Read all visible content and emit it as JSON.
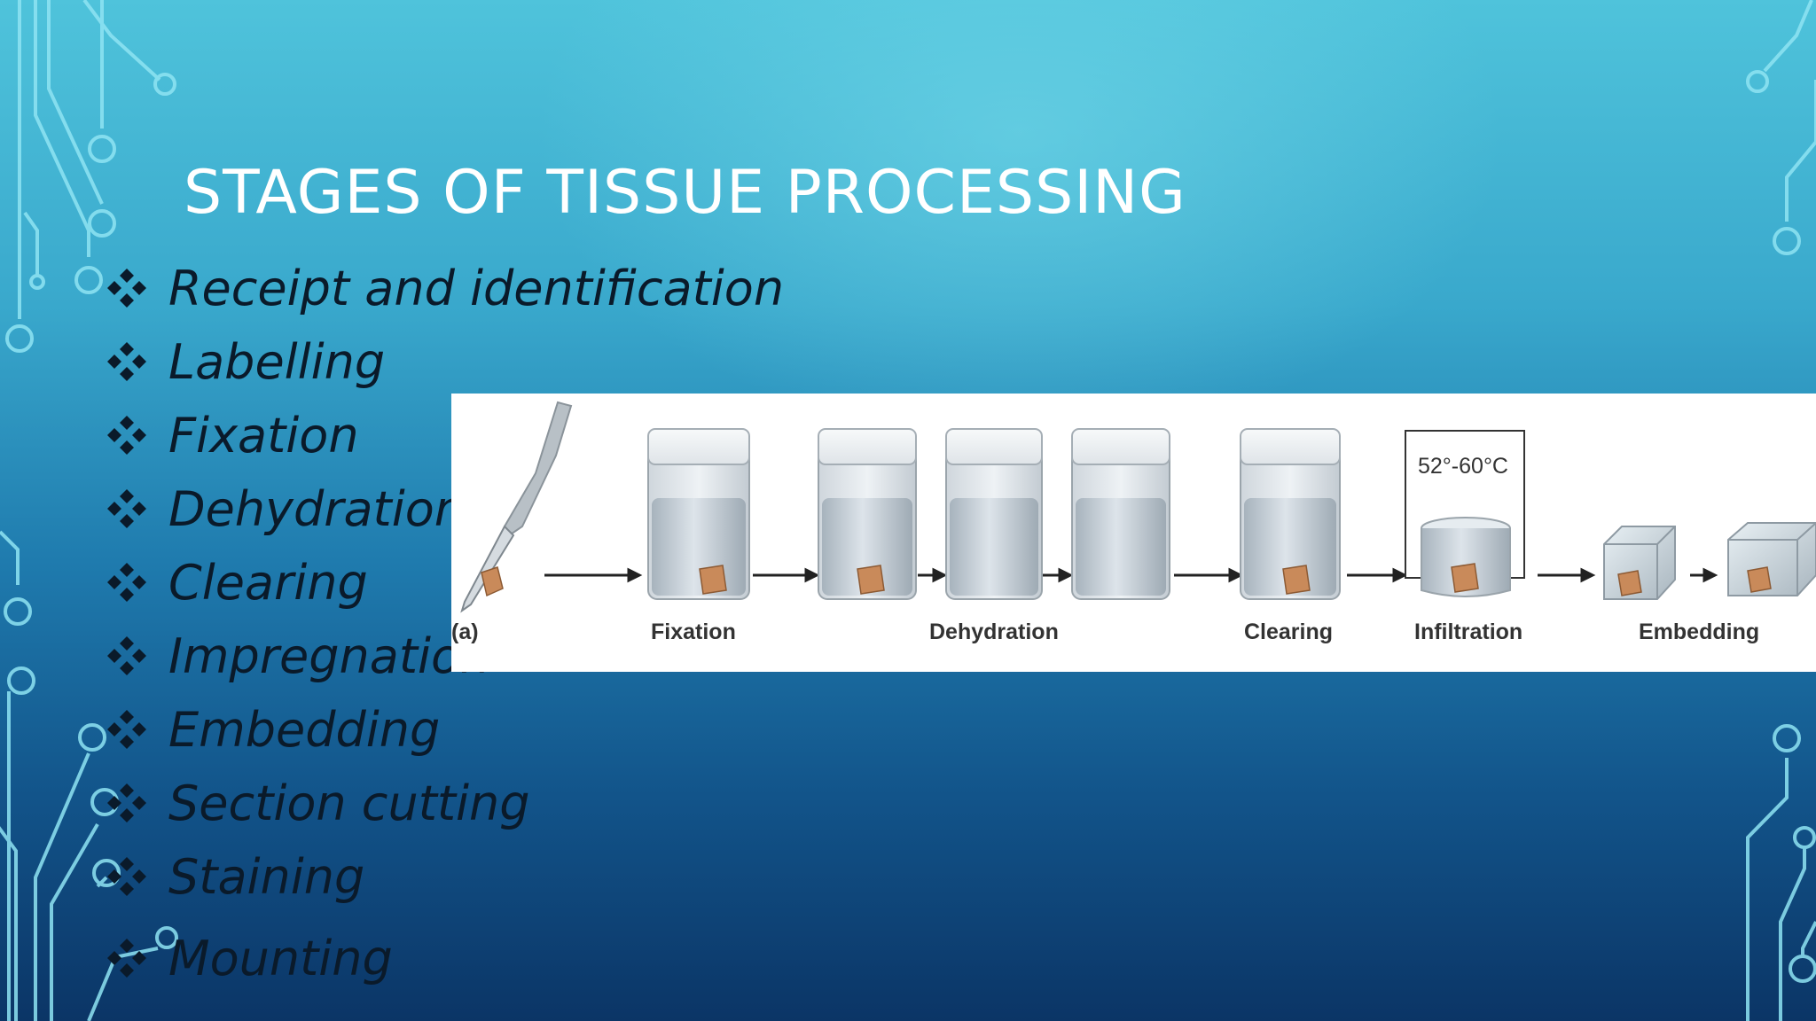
{
  "slide": {
    "title": "STAGES OF TISSUE PROCESSING",
    "bullets": [
      "Receipt and identification",
      "Labelling",
      "Fixation",
      "Dehydration",
      "Clearing",
      "Impregnation",
      "Embedding",
      "Section cutting",
      "Staining",
      "Mounting"
    ],
    "bullet_icon": "four-diamond-icon"
  },
  "figure": {
    "panel_label": "(a)",
    "temperature": "52°-60°C",
    "steps": [
      "Fixation",
      "Dehydration",
      "Clearing",
      "Infiltration",
      "Embedding"
    ]
  },
  "colors": {
    "background_top": "#4fc3db",
    "background_bottom": "#0b3566",
    "circuit_lines": "#8fe4f3",
    "tissue_block": "#c98a5a"
  }
}
